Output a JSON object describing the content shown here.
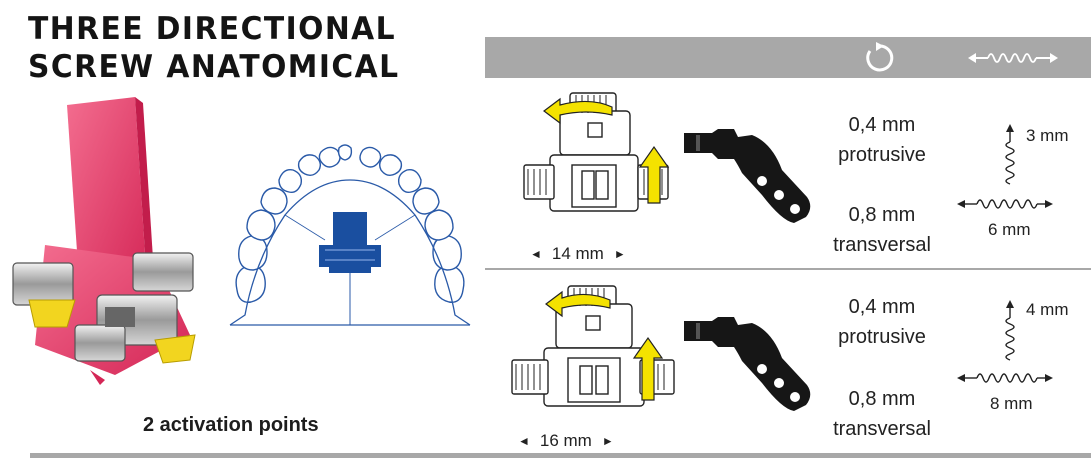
{
  "title": {
    "line1": "THREE DIRECTIONAL",
    "line2": "SCREW ANATOMICAL"
  },
  "footer_text": "2 activation points",
  "header_icons": [
    "rotation-icon",
    "spring-expansion-icon"
  ],
  "colors": {
    "header_gray": "#a8a8a8",
    "appliance_pink": "#e83d6a",
    "screw_blue": "#1a4fa0",
    "arrow_yellow": "#f4e200"
  },
  "rows": [
    {
      "width_label": "14 mm",
      "protrusive_value": "0,4 mm",
      "protrusive_label": "protrusive",
      "transversal_value": "0,8 mm",
      "transversal_label": "transversal",
      "vertical_mm": "3 mm",
      "horizontal_mm": "6 mm"
    },
    {
      "width_label": "16 mm",
      "protrusive_value": "0,4 mm",
      "protrusive_label": "protrusive",
      "transversal_value": "0,8 mm",
      "transversal_label": "transversal",
      "vertical_mm": "4 mm",
      "horizontal_mm": "8 mm"
    }
  ]
}
